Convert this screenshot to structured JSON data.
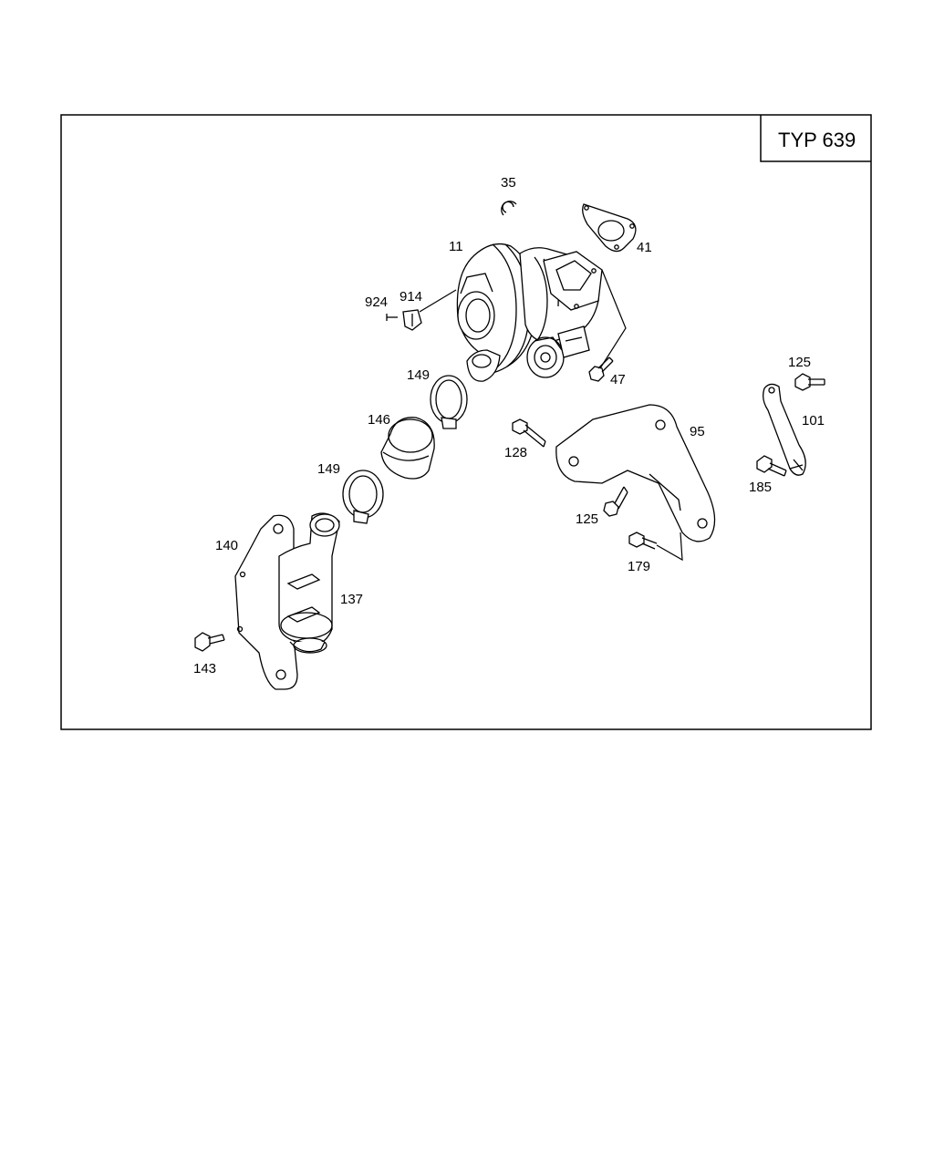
{
  "frame": {
    "type_label": "TYP 639"
  },
  "callouts": {
    "c35": "35",
    "c41": "41",
    "c11": "11",
    "c914": "914",
    "c924": "924",
    "c47": "47",
    "c149a": "149",
    "c146": "146",
    "c149b": "149",
    "c125a": "125",
    "c101": "101",
    "c95": "95",
    "c128": "128",
    "c185": "185",
    "c125b": "125",
    "c179": "179",
    "c140": "140",
    "c137": "137",
    "c143": "143"
  }
}
